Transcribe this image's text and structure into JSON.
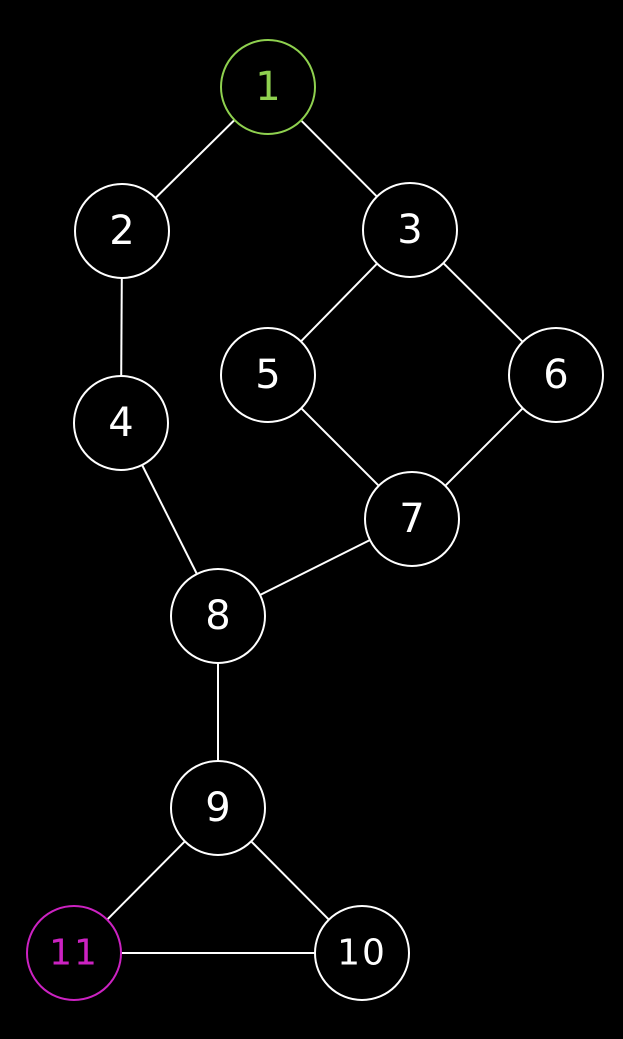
{
  "graph": {
    "nodes": [
      {
        "id": "1",
        "label": "1",
        "color": "#8fd14f"
      },
      {
        "id": "2",
        "label": "2",
        "color": "#ffffff"
      },
      {
        "id": "3",
        "label": "3",
        "color": "#ffffff"
      },
      {
        "id": "4",
        "label": "4",
        "color": "#ffffff"
      },
      {
        "id": "5",
        "label": "5",
        "color": "#ffffff"
      },
      {
        "id": "6",
        "label": "6",
        "color": "#ffffff"
      },
      {
        "id": "7",
        "label": "7",
        "color": "#ffffff"
      },
      {
        "id": "8",
        "label": "8",
        "color": "#ffffff"
      },
      {
        "id": "9",
        "label": "9",
        "color": "#ffffff"
      },
      {
        "id": "10",
        "label": "10",
        "color": "#ffffff"
      },
      {
        "id": "11",
        "label": "11",
        "color": "#cc22c2"
      }
    ],
    "edges": [
      [
        "1",
        "2"
      ],
      [
        "1",
        "3"
      ],
      [
        "2",
        "4"
      ],
      [
        "3",
        "5"
      ],
      [
        "3",
        "6"
      ],
      [
        "5",
        "7"
      ],
      [
        "6",
        "7"
      ],
      [
        "4",
        "8"
      ],
      [
        "7",
        "8"
      ],
      [
        "8",
        "9"
      ],
      [
        "9",
        "11"
      ],
      [
        "9",
        "10"
      ],
      [
        "11",
        "10"
      ]
    ],
    "background_color": "#000000",
    "edge_color": "#ffffff"
  }
}
